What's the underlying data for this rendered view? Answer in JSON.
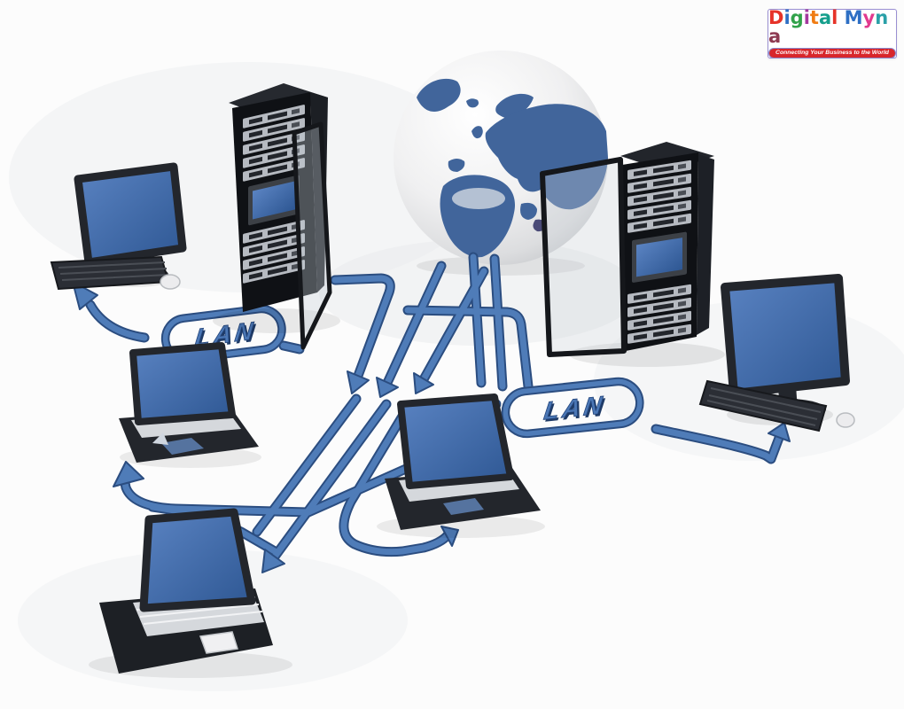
{
  "logo": {
    "letters": [
      {
        "ch": "D",
        "style": "color:#e63329"
      },
      {
        "ch": "i",
        "style": "color:#2e6fc4"
      },
      {
        "ch": "g",
        "style": "color:#31a24a"
      },
      {
        "ch": "i",
        "style": "color:#a4399e"
      },
      {
        "ch": "t",
        "style": "color:#f07c12"
      },
      {
        "ch": "a",
        "style": "color:#159f8c"
      },
      {
        "ch": "l",
        "style": "color:#e63329"
      },
      {
        "ch": " ",
        "style": ""
      },
      {
        "ch": "M",
        "style": "color:#2e6fc4"
      },
      {
        "ch": "y",
        "style": "color:#e23a8e"
      },
      {
        "ch": "n",
        "style": "color:#2aa0a8"
      },
      {
        "ch": "a",
        "style": "color:#8e3a52"
      }
    ],
    "tagline": "Connecting Your Business to the World",
    "colors": {
      "tagline_bg": "#d8262b",
      "box_border": "#9a8fd2"
    }
  },
  "diagram": {
    "lan_left": "LAN",
    "lan_right": "LAN",
    "colors": {
      "pipe": "#4f7cb8",
      "pipe_edge": "#2b4d80",
      "screen_blue": "#3c67a8",
      "device_dark": "#1b1e24",
      "globe_land": "#41659b",
      "globe_sphere": "#ffffff"
    },
    "nodes": [
      "desktop-left",
      "server-rack-left",
      "globe",
      "server-rack-right",
      "desktop-right",
      "laptop-left",
      "laptop-center",
      "laptop-bottom"
    ]
  }
}
